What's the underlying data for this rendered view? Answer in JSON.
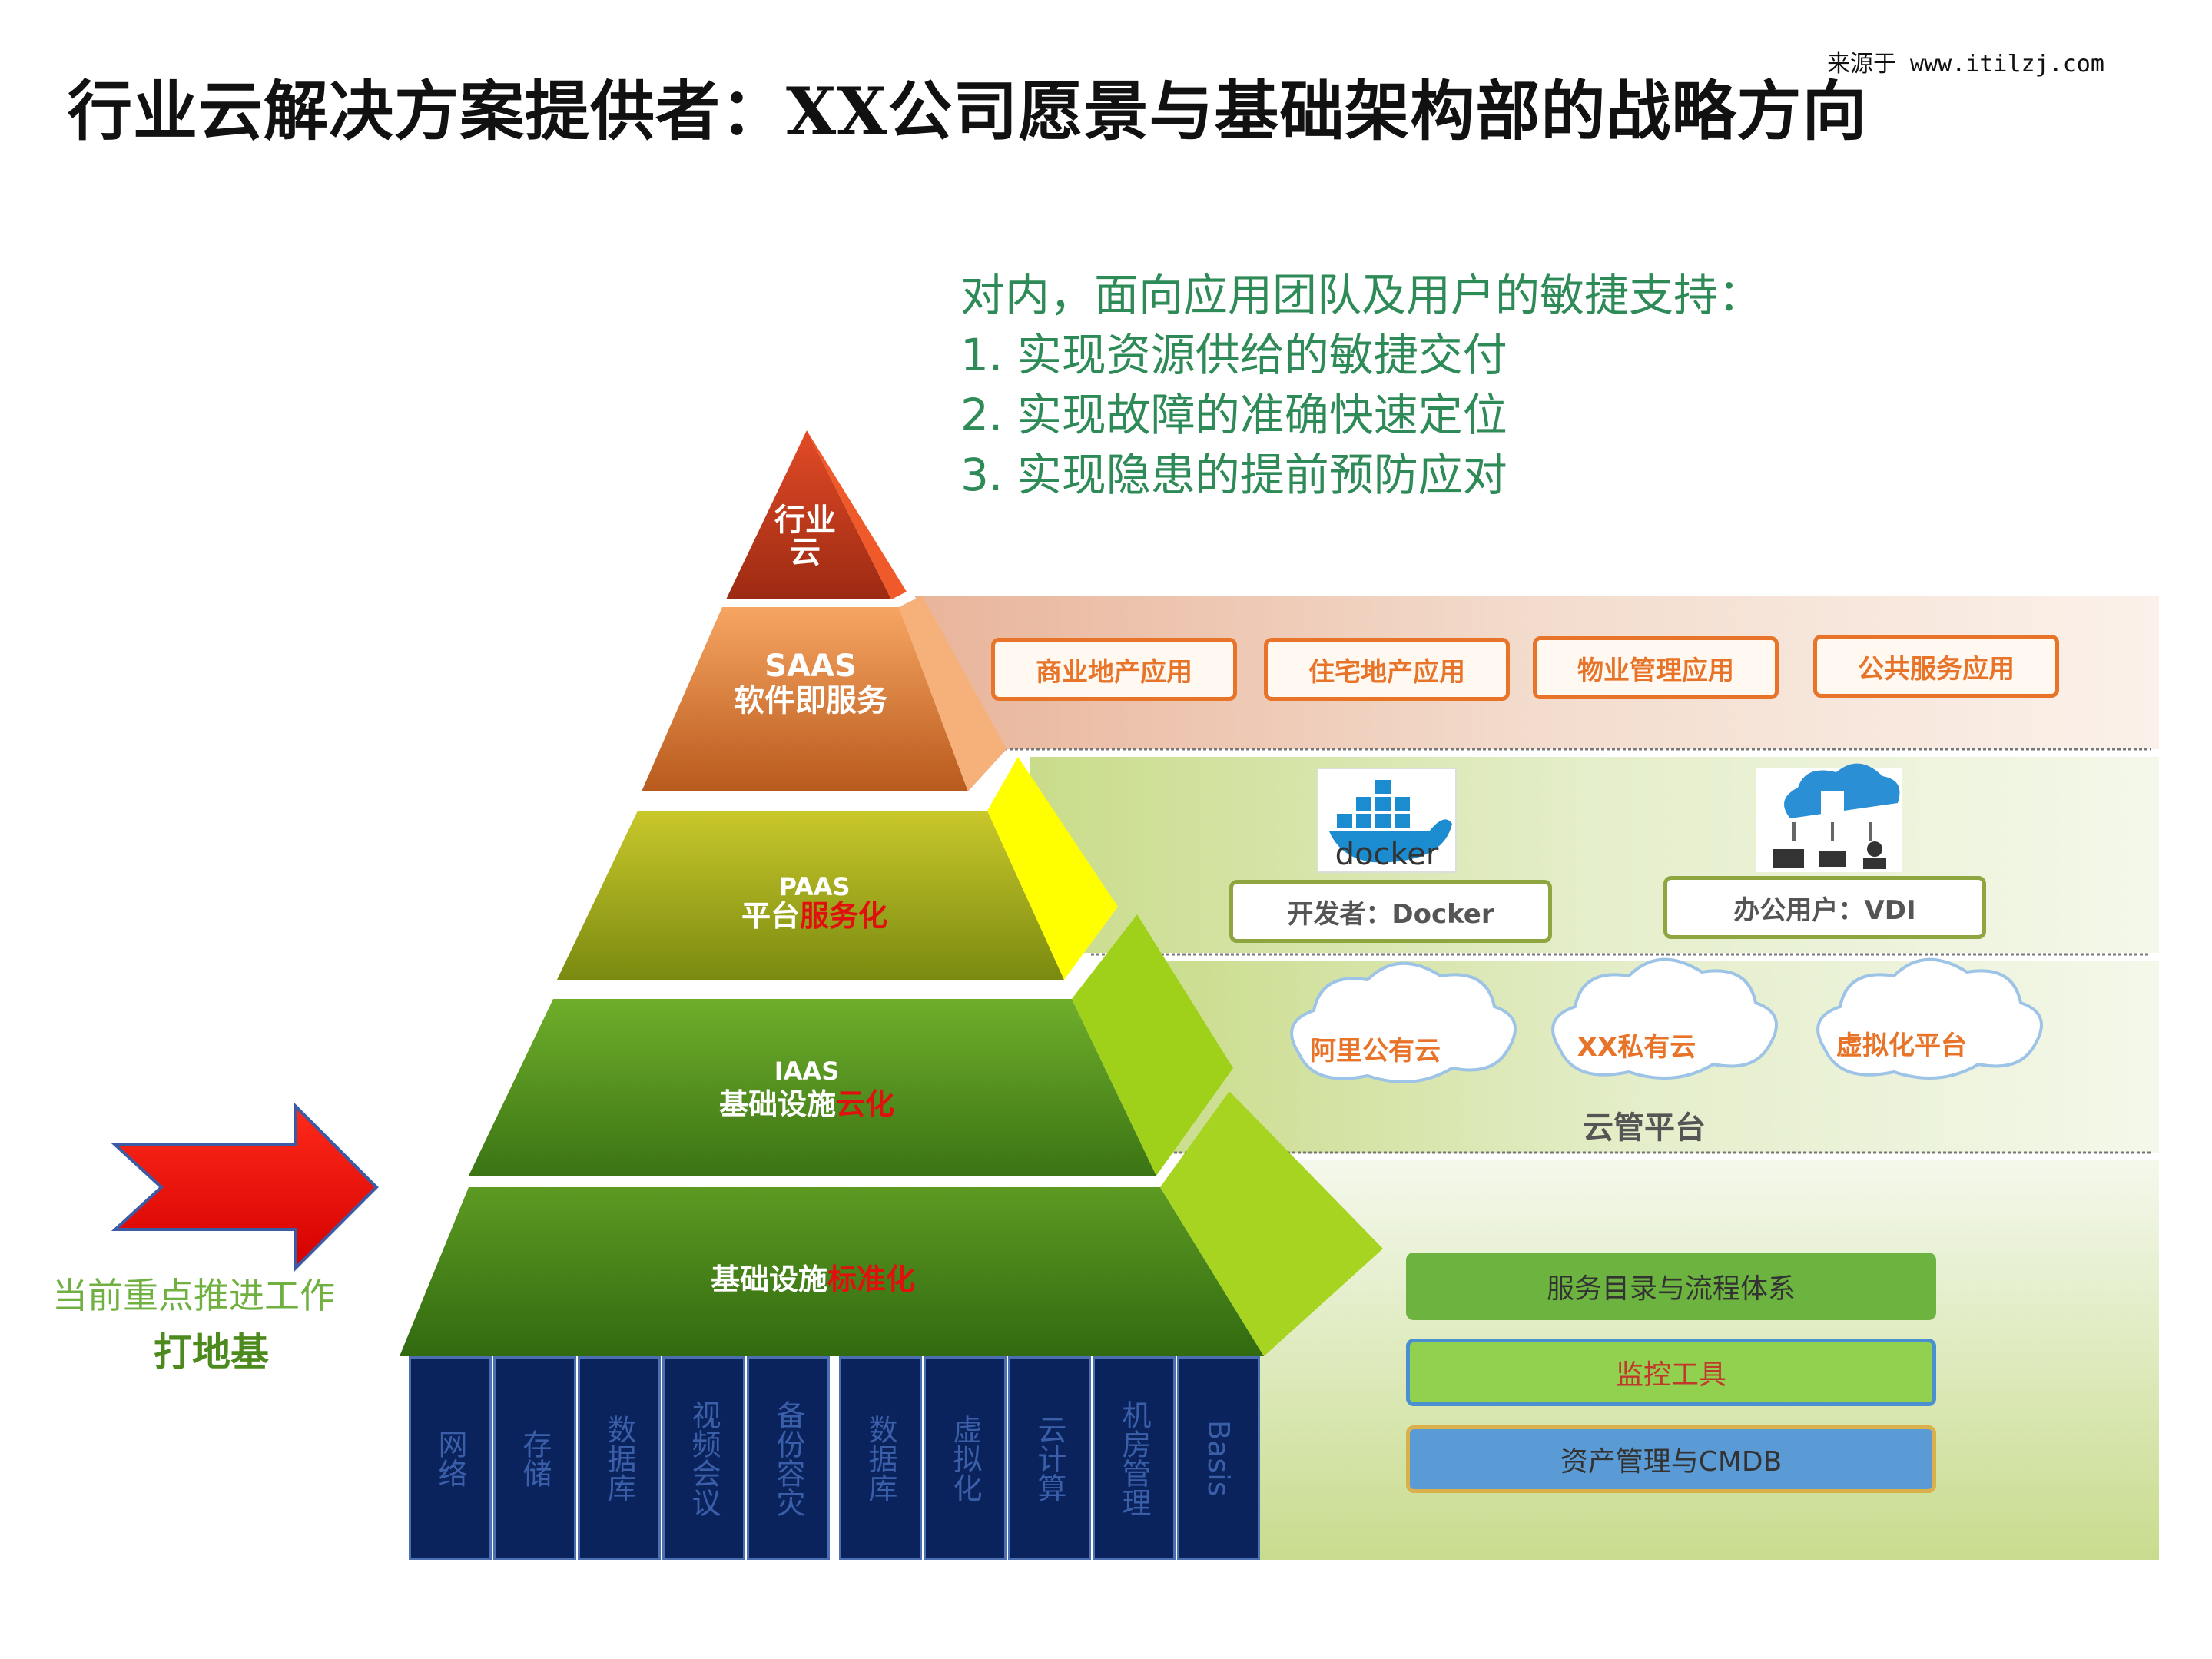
{
  "title": "行业云解决方案提供者：XX公司愿景与基础架构部的战略方向",
  "source": "来源于 www.itilzj.com",
  "intro": {
    "heading": "对内，面向应用团队及用户的敏捷支持：",
    "items": [
      "1. 实现资源供给的敏捷交付",
      "2. 实现故障的准确快速定位",
      "3. 实现隐患的提前预防应对"
    ]
  },
  "pyramid": {
    "top": {
      "line1": "行业",
      "line2": "云"
    },
    "saas": {
      "line1": "SAAS",
      "line2": "软件即服务"
    },
    "paas": {
      "line1": "PAAS",
      "line2_prefix": "平台",
      "line2_accent": "服务化"
    },
    "iaas": {
      "line1": "IAAS",
      "line2_prefix": "基础设施",
      "line2_accent": "云化"
    },
    "base": {
      "prefix": "基础设施",
      "accent": "标准化"
    }
  },
  "saas_apps": [
    "商业地产应用",
    "住宅地产应用",
    "物业管理应用",
    "公共服务应用"
  ],
  "paas_roles": {
    "docker_logo": "docker",
    "developer": "开发者：Docker",
    "office": "办公用户：VDI"
  },
  "iaas_clouds": [
    "阿里公有云",
    "XX私有云",
    "虚拟化平台"
  ],
  "cloud_mgmt": "云管平台",
  "base_bars": [
    {
      "label": "服务目录与流程体系",
      "color": "#6db33f"
    },
    {
      "label": "监控工具",
      "color": "#92d050",
      "text_color": "#c0392b"
    },
    {
      "label": "资产管理与CMDB",
      "color": "#5b9bd5"
    }
  ],
  "columns": [
    "网络",
    "存储",
    "数据库",
    "视频会议",
    "备份容灾",
    "数据库",
    "虚拟化",
    "云计算",
    "机房管理",
    "Basis"
  ],
  "focus": {
    "line1": "当前重点推进工作",
    "line2": "打地基"
  },
  "colors": {
    "saas_box": "#e8742a",
    "paas_box": "#8fa640",
    "intro_text": "#2e8b57",
    "accent": "#e0100f"
  }
}
